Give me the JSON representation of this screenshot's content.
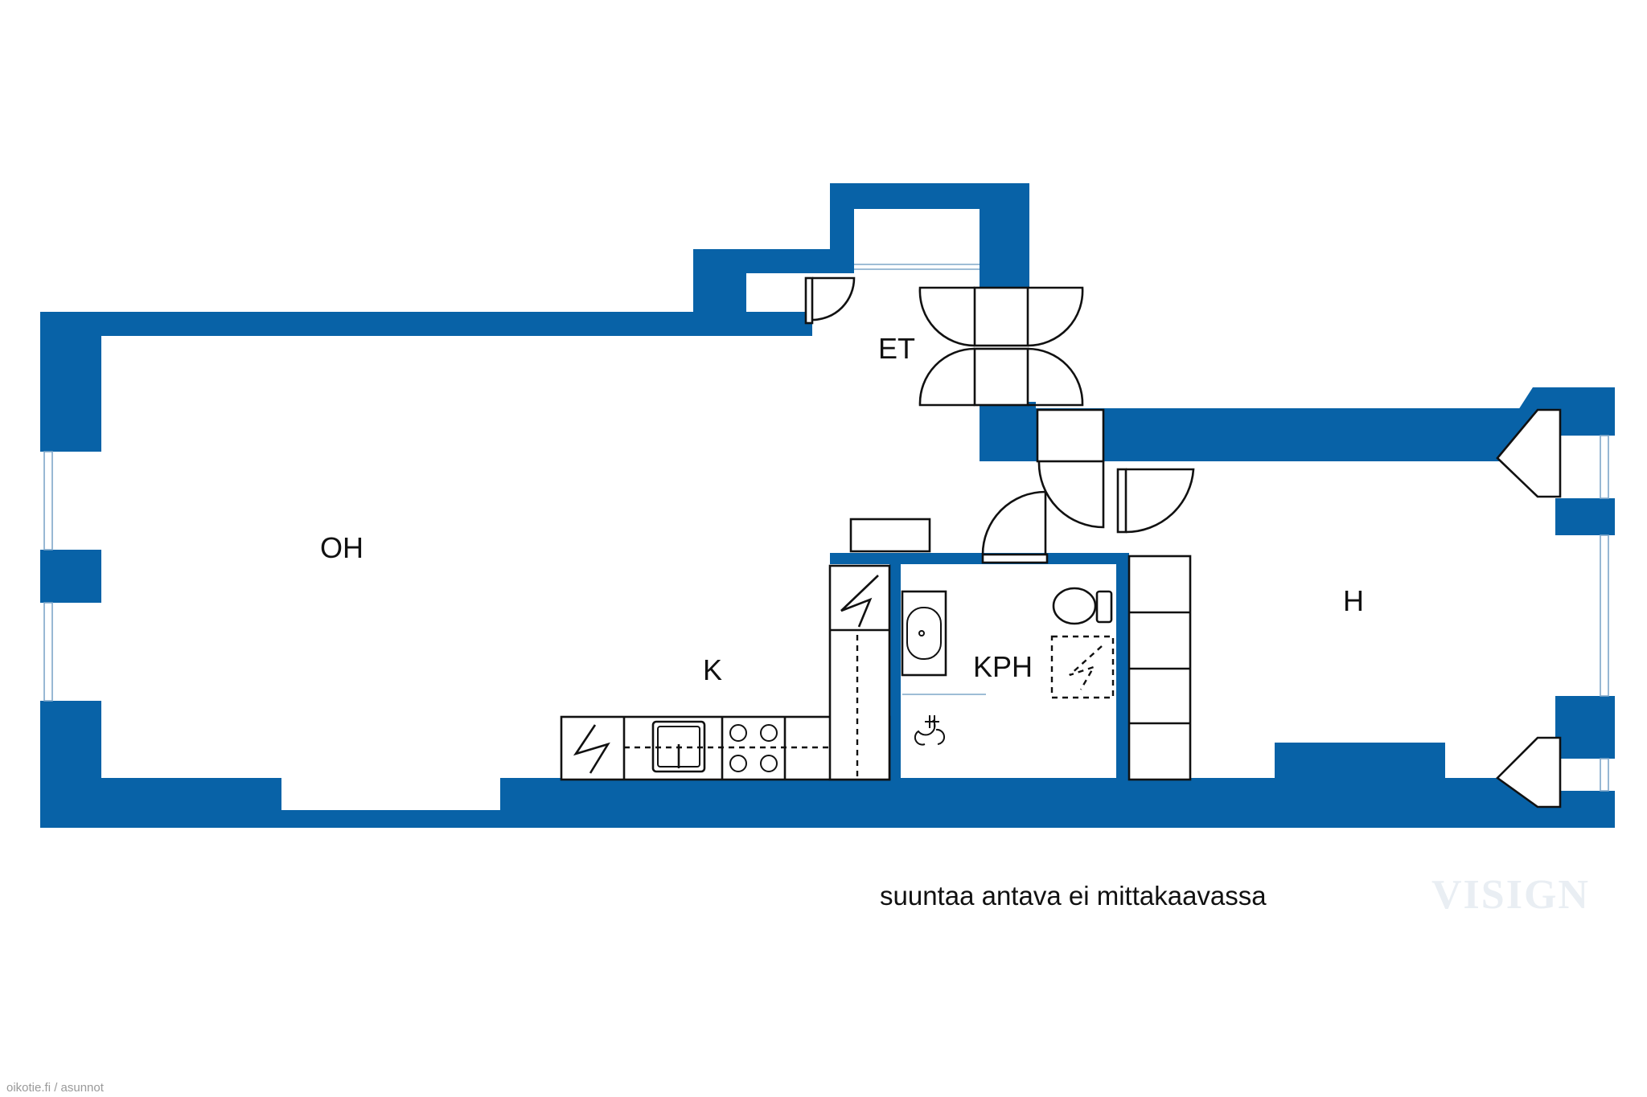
{
  "rooms": {
    "living": "OH",
    "entry": "ET",
    "kitchen": "K",
    "bathroom": "KPH",
    "bedroom": "H"
  },
  "note": "suuntaa antava ei mittakaavassa",
  "watermark": "VISIGN",
  "credit": "oikotie.fi / asunnot",
  "colors": {
    "wall": "#0862a7",
    "line": "#111111",
    "background": "#ffffff"
  }
}
